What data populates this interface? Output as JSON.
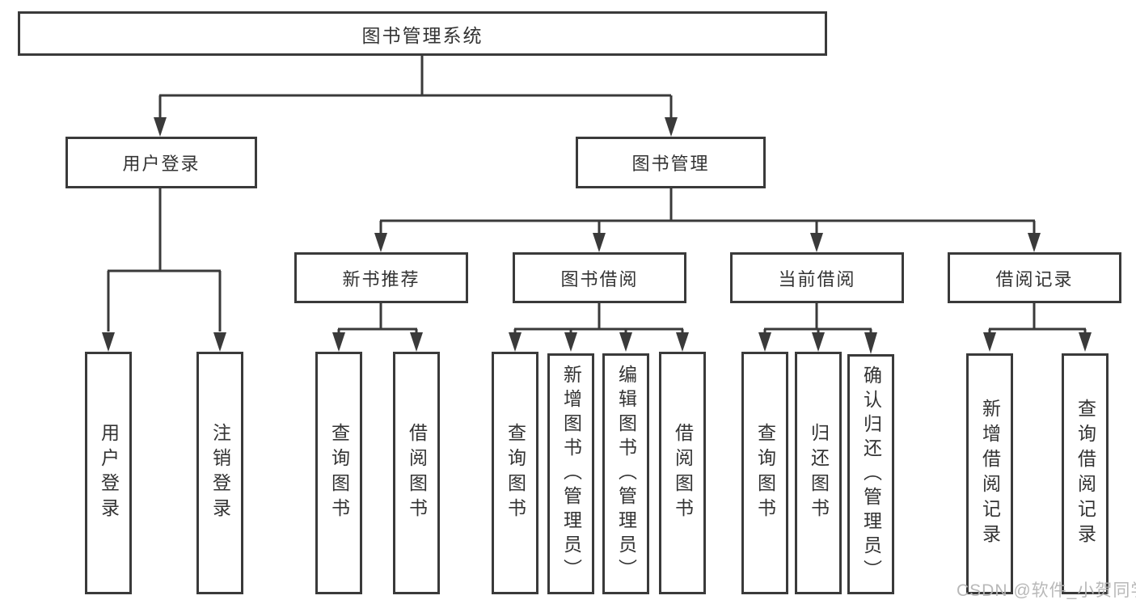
{
  "tree": {
    "root": "图书管理系统",
    "branches": [
      {
        "label": "用户登录",
        "children": [
          "用户登录",
          "注销登录"
        ]
      },
      {
        "label": "图书管理",
        "groups": [
          {
            "label": "新书推荐",
            "children": [
              "查询图书",
              "借阅图书"
            ]
          },
          {
            "label": "图书借阅",
            "children": [
              "查询图书",
              "新增图书（管理员）",
              "编辑图书（管理员）",
              "借阅图书"
            ]
          },
          {
            "label": "当前借阅",
            "children": [
              "查询图书",
              "归还图书",
              "确认归还（管理员）"
            ]
          },
          {
            "label": "借阅记录",
            "children": [
              "新增借阅记录",
              "查询借阅记录"
            ]
          }
        ]
      }
    ]
  },
  "watermark": "CSDN @软件_小贺同学",
  "colors": {
    "line": "#3a3a3a",
    "box_border": "#3a3a3a",
    "text": "#333333",
    "background": "#ffffff",
    "watermark": "#b5b5b5"
  }
}
